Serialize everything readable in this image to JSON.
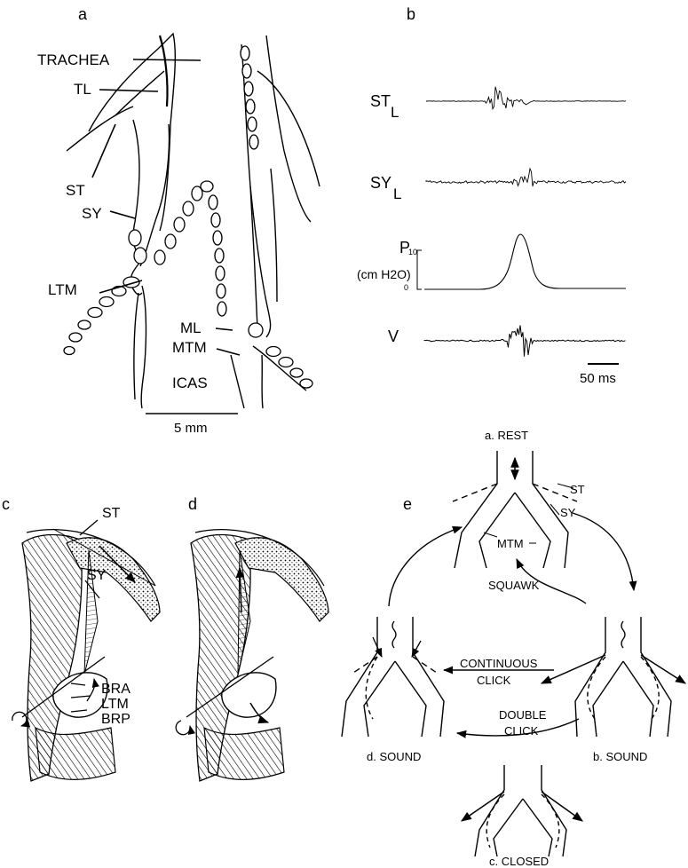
{
  "panels": {
    "a": "a",
    "b": "b",
    "c": "c",
    "d": "d",
    "e": "e"
  },
  "a": {
    "trachea": "TRACHEA",
    "tl": "TL",
    "st": "ST",
    "sy": "SY",
    "ltm": "LTM",
    "ml": "ML",
    "mtm": "MTM",
    "icas": "ICAS",
    "scale_label": "5 mm"
  },
  "b": {
    "st_main": "ST",
    "st_sub": "L",
    "sy_main": "SY",
    "sy_sub": "L",
    "p_label": "P",
    "p_unit": "(cm H2O)",
    "p_max": "10",
    "p_min": "0",
    "v_label": "V",
    "scale_label": "50 ms"
  },
  "c": {
    "st": "ST",
    "sy": "SY",
    "bra": "BRA",
    "ltm": "LTM",
    "brp": "BRP"
  },
  "e": {
    "rest": "a. REST",
    "st": "ST",
    "sy": "SY",
    "mtm": "MTM",
    "squawk": "SQUAWK",
    "continuous1": "CONTINUOUS",
    "continuous2": "CLICK",
    "double1": "DOUBLE",
    "double2": "CLICK",
    "sound_b": "b. SOUND",
    "sound_d": "d. SOUND",
    "closed": "c. CLOSED"
  }
}
